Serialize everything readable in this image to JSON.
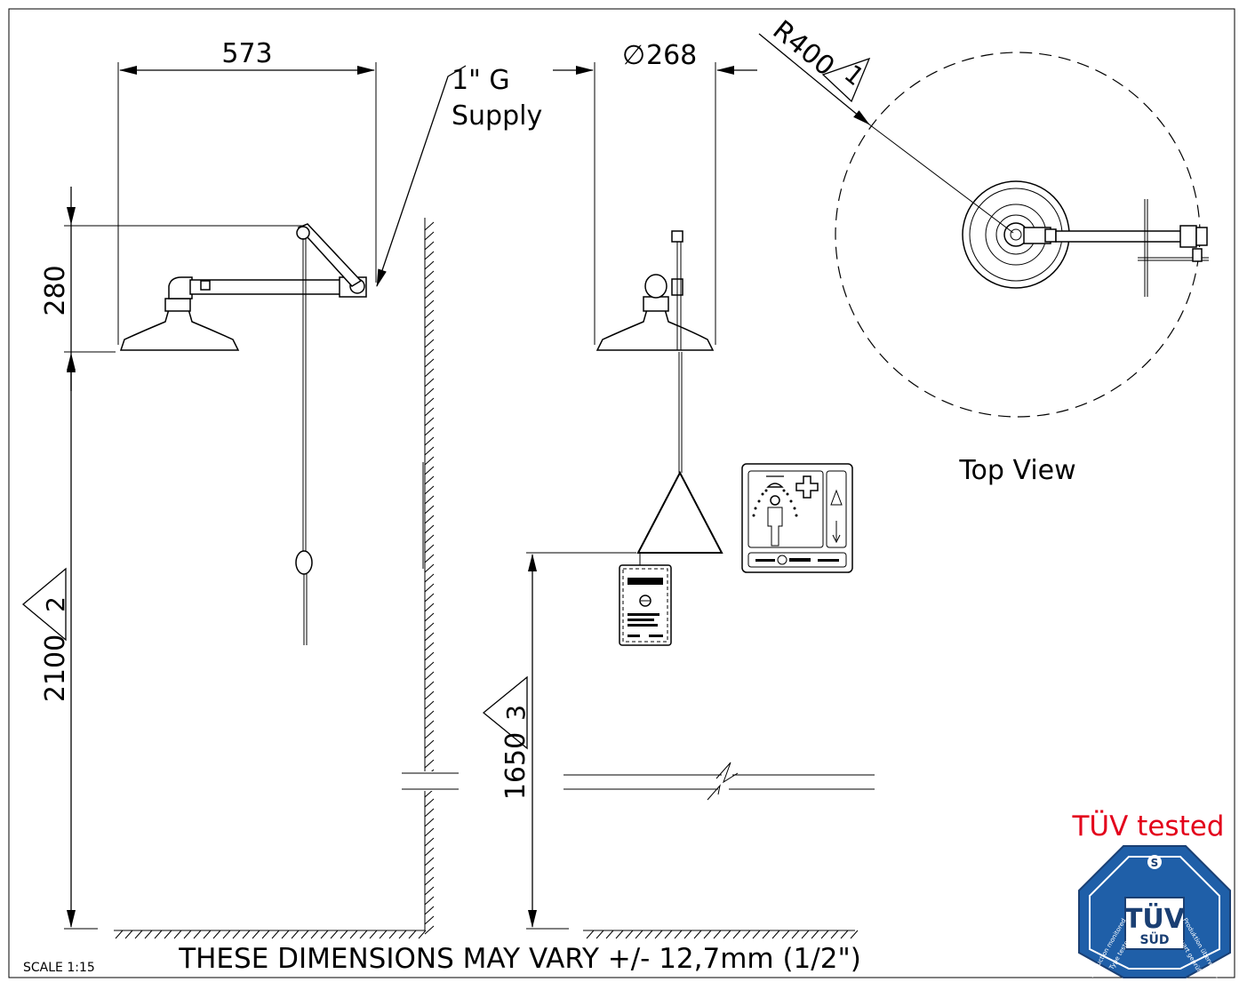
{
  "dimensions": {
    "width_573": "573",
    "diameter_268": "268",
    "radius_r400": "R400",
    "height_280": "280",
    "height_2100": "2100",
    "height_1650": "1650"
  },
  "callouts": {
    "flag_1": "1",
    "flag_2": "2",
    "flag_3": "3",
    "supply_line1": "1\" G",
    "supply_line2": "Supply",
    "diameter_symbol": "∅"
  },
  "labels": {
    "top_view": "Top View",
    "tolerance_note": "THESE DIMENSIONS MAY VARY +/- 12,7mm (1/2\")",
    "scale": "SCALE 1:15",
    "tuv_tested": "TÜV tested"
  },
  "tuv_badge": {
    "mark": "TÜV",
    "sub": "SÜD",
    "left_text_1": "Production monitored",
    "left_text_2": "Type tested",
    "right_text_1": "Produktion überwacht",
    "right_text_2": "Bauart geprüft"
  },
  "colors": {
    "tuv_red": "#e3001b",
    "tuv_blue": "#1f5fa8",
    "tuv_blue_light": "#8fb3dc"
  }
}
